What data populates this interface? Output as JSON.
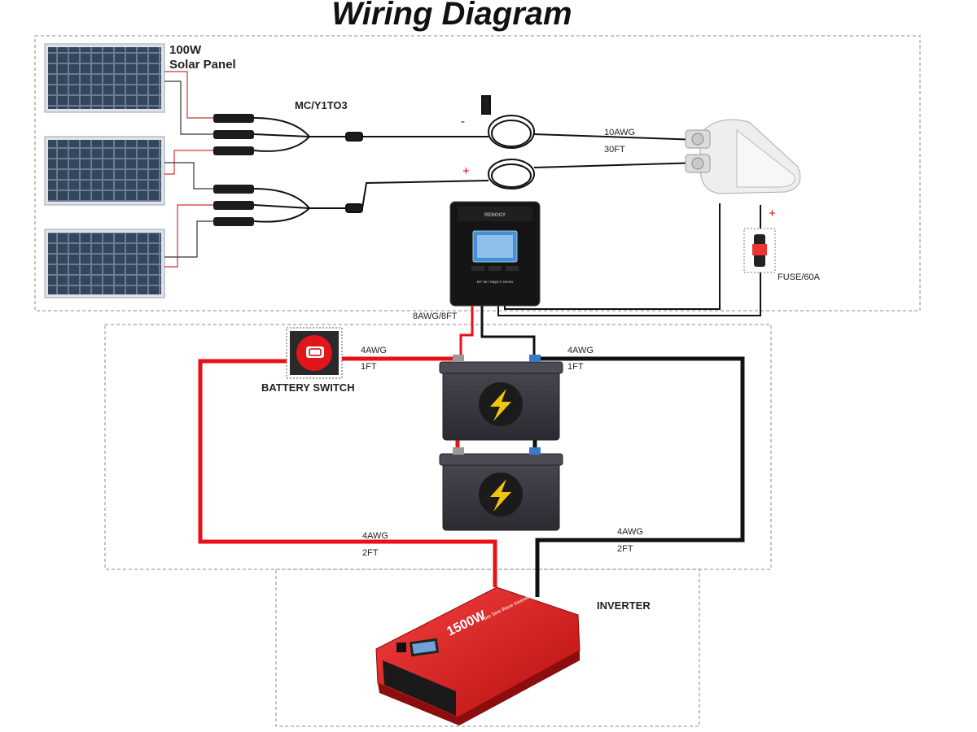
{
  "title": "Wiring Diagram",
  "solar_panel": {
    "line1": "100W",
    "line2": "Solar Panel"
  },
  "branch_connector": "MC/Y1TO3",
  "pv_cable": {
    "gauge": "10AWG",
    "length": "30FT"
  },
  "pv_polarity": {
    "negative": "-",
    "positive": "+"
  },
  "controller_cable": "8AWG/8FT",
  "fuse": {
    "label": "FUSE/60A",
    "polarity": "+"
  },
  "battery_switch": "BATTERY SWITCH",
  "battery_link_red": {
    "gauge": "4AWG",
    "length": "1FT"
  },
  "battery_link_black": {
    "gauge": "4AWG",
    "length": "1FT"
  },
  "inverter_cable_red": {
    "gauge": "4AWG",
    "length": "2FT"
  },
  "inverter_cable_black": {
    "gauge": "4AWG",
    "length": "2FT"
  },
  "inverter": {
    "label": "INVERTER",
    "model": "1500W",
    "model_sub": "Pure Sine Wave Inverter"
  },
  "controller": {
    "brand": "RENOGY",
    "series": "MT 50 / Mppt X Series"
  },
  "colors": {
    "positive_wire": "#e8111a",
    "negative_wire": "#111111",
    "inverter_body": "#e21b1b",
    "battery_body": "#3a3840",
    "bolt": "#f1c40f",
    "panel_cells": "#3b4f66",
    "controller_screen": "#4a8fd6"
  }
}
